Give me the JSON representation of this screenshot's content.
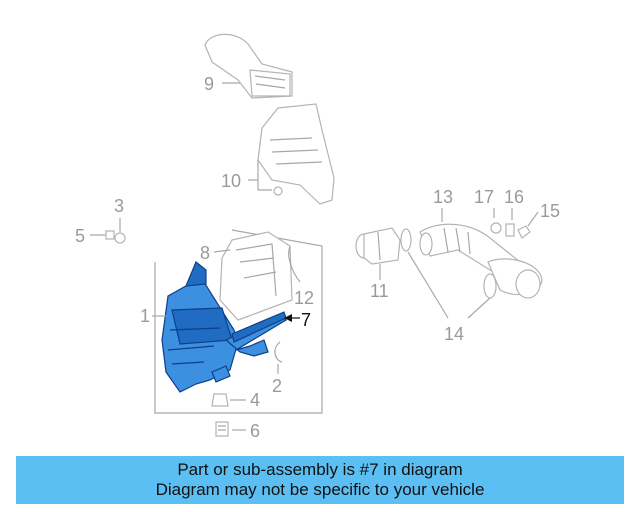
{
  "diagram": {
    "callouts": {
      "c1": "1",
      "c2": "2",
      "c3": "3",
      "c4": "4",
      "c5": "5",
      "c6": "6",
      "c7": "7",
      "c8": "8",
      "c9": "9",
      "c10": "10",
      "c11": "11",
      "c12": "12",
      "c13": "13",
      "c14": "14",
      "c15": "15",
      "c16": "16",
      "c17": "17"
    },
    "highlighted_part": "7",
    "highlight_color": "#3d8fe0"
  },
  "banner": {
    "line1": "Part or sub-assembly is #7 in diagram",
    "line2": "Diagram may not be specific to your vehicle",
    "background": "#5bbff3"
  }
}
